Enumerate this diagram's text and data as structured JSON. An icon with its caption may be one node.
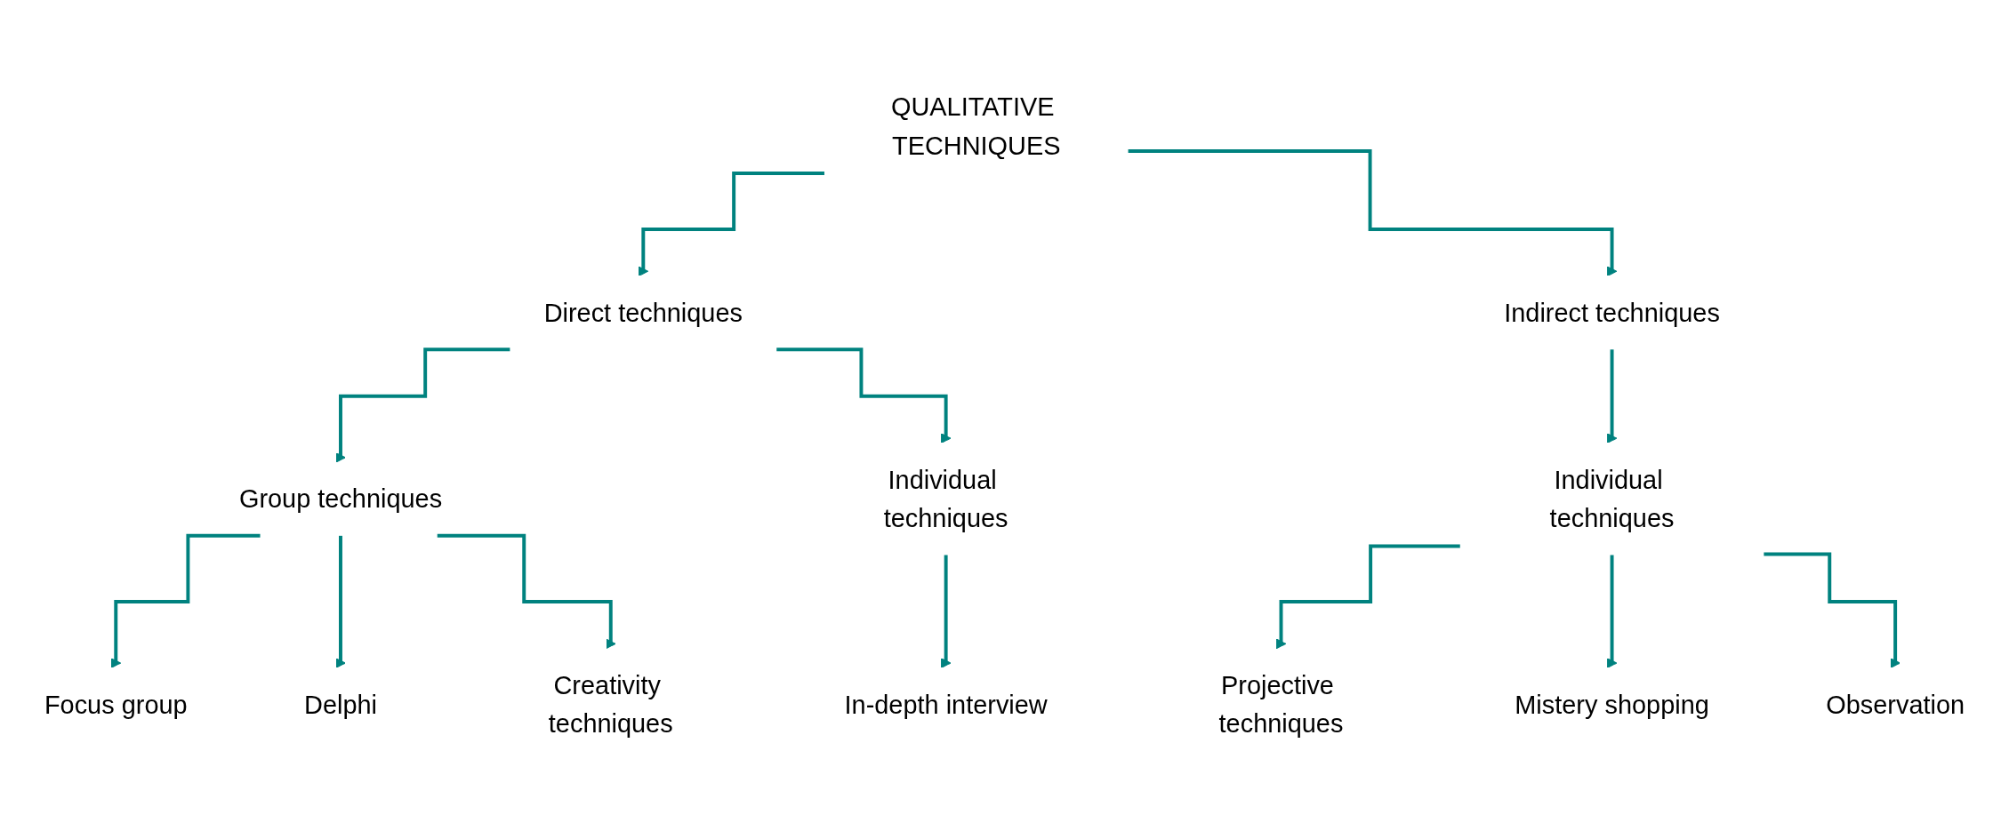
{
  "diagram": {
    "nodes": [
      {
        "text": [
          "QUALITATIVE TECHNIQUES"
        ]
      },
      {
        "text": [
          "Direct techniques"
        ]
      },
      {
        "text": [
          "Indirect techniques"
        ]
      },
      {
        "text": [
          "Group techniques"
        ]
      },
      {
        "text": [
          "Individual techniques"
        ]
      },
      {
        "text": [
          "Individual techniques"
        ]
      },
      {
        "text": [
          "Focus group"
        ]
      },
      {
        "text": [
          "Delphi"
        ]
      },
      {
        "text": [
          "Creativity techniques"
        ]
      },
      {
        "text": [
          "In-depth interview"
        ]
      },
      {
        "text": [
          "Projective techniques"
        ]
      },
      {
        "text": [
          "Mistery shopping"
        ]
      },
      {
        "text": [
          "Observation"
        ]
      }
    ],
    "edges": [
      {
        "from": 0,
        "to": 1,
        "arrow": "to"
      },
      {
        "from": 0,
        "to": 2,
        "arrow": "to"
      },
      {
        "from": 1,
        "to": 3,
        "arrow": "to"
      },
      {
        "from": 1,
        "to": 4,
        "arrow": "to"
      },
      {
        "from": 2,
        "to": 5,
        "arrow": "to"
      },
      {
        "from": 3,
        "to": 6,
        "arrow": "to"
      },
      {
        "from": 3,
        "to": 7,
        "arrow": "to"
      },
      {
        "from": 3,
        "to": 8,
        "arrow": "to"
      },
      {
        "from": 4,
        "to": 9,
        "arrow": "to"
      },
      {
        "from": 5,
        "to": 10,
        "arrow": "to"
      },
      {
        "from": 5,
        "to": 11,
        "arrow": "to"
      },
      {
        "from": 5,
        "to": 12,
        "arrow": "to"
      }
    ]
  }
}
